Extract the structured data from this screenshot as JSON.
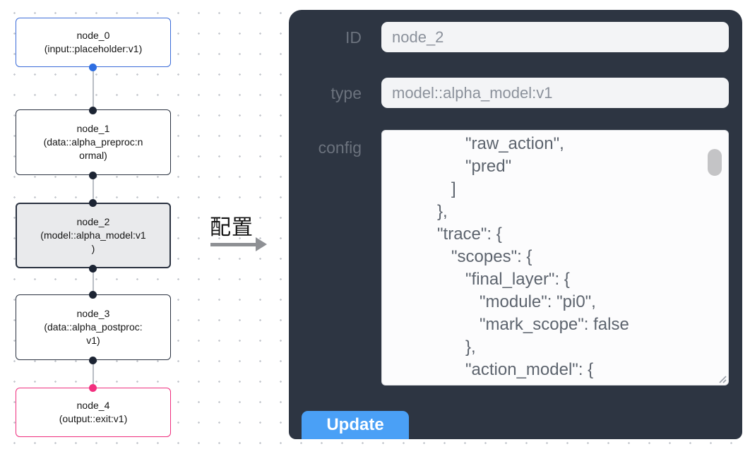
{
  "canvas": {
    "nodes": [
      {
        "id": "node_0",
        "lines": [
          "node_0",
          "(input::placeholder:v1)"
        ]
      },
      {
        "id": "node_1",
        "lines": [
          "node_1",
          "(data::alpha_preproc:n",
          "ormal)"
        ]
      },
      {
        "id": "node_2",
        "lines": [
          "node_2",
          "(model::alpha_model:v1",
          ")"
        ]
      },
      {
        "id": "node_3",
        "lines": [
          "node_3",
          "(data::alpha_postproc:",
          "v1)"
        ]
      },
      {
        "id": "node_4",
        "lines": [
          "node_4",
          "(output::exit:v1)"
        ]
      }
    ]
  },
  "annotation": {
    "label": "配置"
  },
  "panel": {
    "fields": [
      {
        "label": "ID",
        "value": "node_2"
      },
      {
        "label": "type",
        "value": "model::alpha_model:v1"
      }
    ],
    "config_label": "config",
    "config_value": "               \"raw_action\",\n               \"pred\"\n            ]\n         },\n         \"trace\": {\n            \"scopes\": {\n               \"final_layer\": {\n                  \"module\": \"pi0\",\n                  \"mark_scope\": false\n               },\n               \"action_model\": {",
    "update_label": "Update"
  },
  "colors": {
    "panel_background": "#2d3542",
    "accent_button": "#4aa0f6",
    "input_node_border": "#3a6bd8",
    "output_node_border": "#ee2d7d",
    "default_node_border": "#2a3240",
    "selected_node_fill": "#e9eaec",
    "port_dot_dark": "#1c2433",
    "port_dot_blue": "#2e6ee2",
    "port_dot_pink": "#f2307f",
    "edge_line": "#b9bdc4"
  }
}
